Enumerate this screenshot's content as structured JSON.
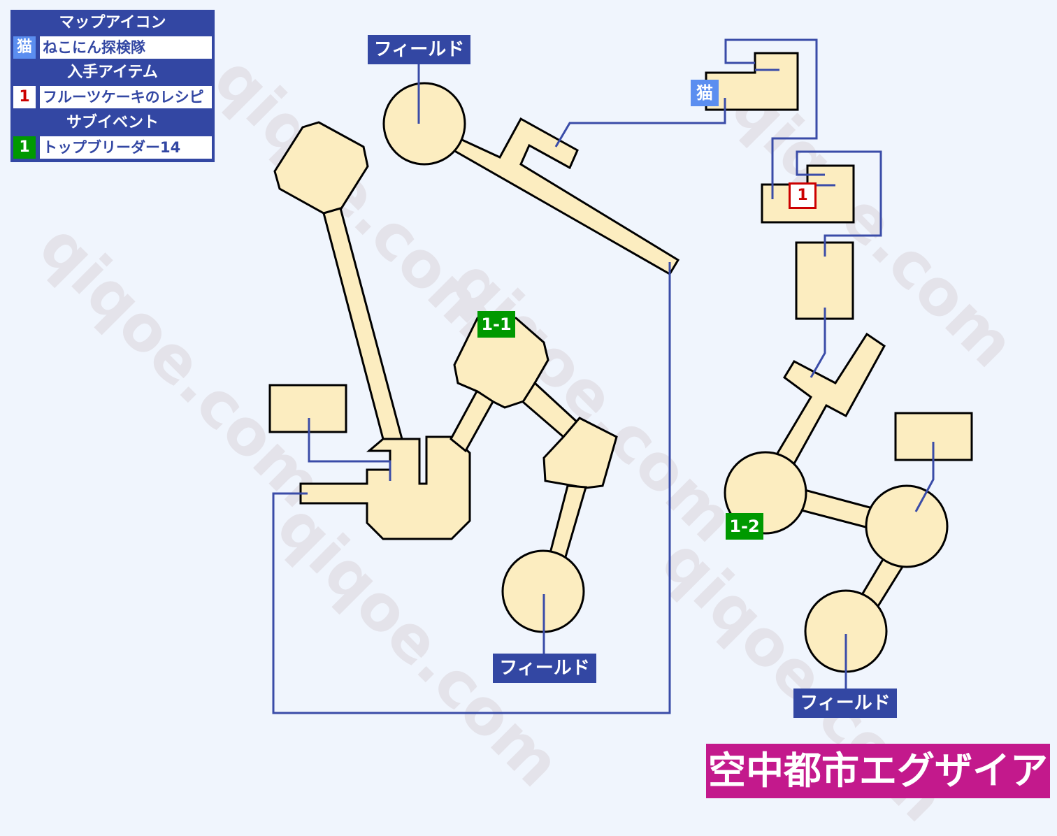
{
  "watermark": "qiqoe.com",
  "legend": {
    "map_icon_header": "マップアイコン",
    "cat_icon": "猫",
    "cat_label": "ねこにん探検隊",
    "item_header": "入手アイテム",
    "item_number": "1",
    "item_label": "フルーツケーキのレシピ",
    "subevent_header": "サブイベント",
    "subevent_number": "1",
    "subevent_label": "トップブリーダー14"
  },
  "map": {
    "exits": [
      "フィールド",
      "フィールド",
      "フィールド"
    ],
    "subevent_markers": [
      "1-1",
      "1-2"
    ],
    "item_marker": "1",
    "cat_marker": "猫",
    "title": "空中都市エグザイア"
  },
  "colors": {
    "background": "#f0f5fd",
    "room_fill": "#fcedc0",
    "route_line": "#3a4ca8",
    "label_bg": "#3347a3",
    "subevent": "#009900",
    "item": "#cc0000",
    "cat": "#5b8ef0",
    "title_bg": "#c3198c"
  }
}
